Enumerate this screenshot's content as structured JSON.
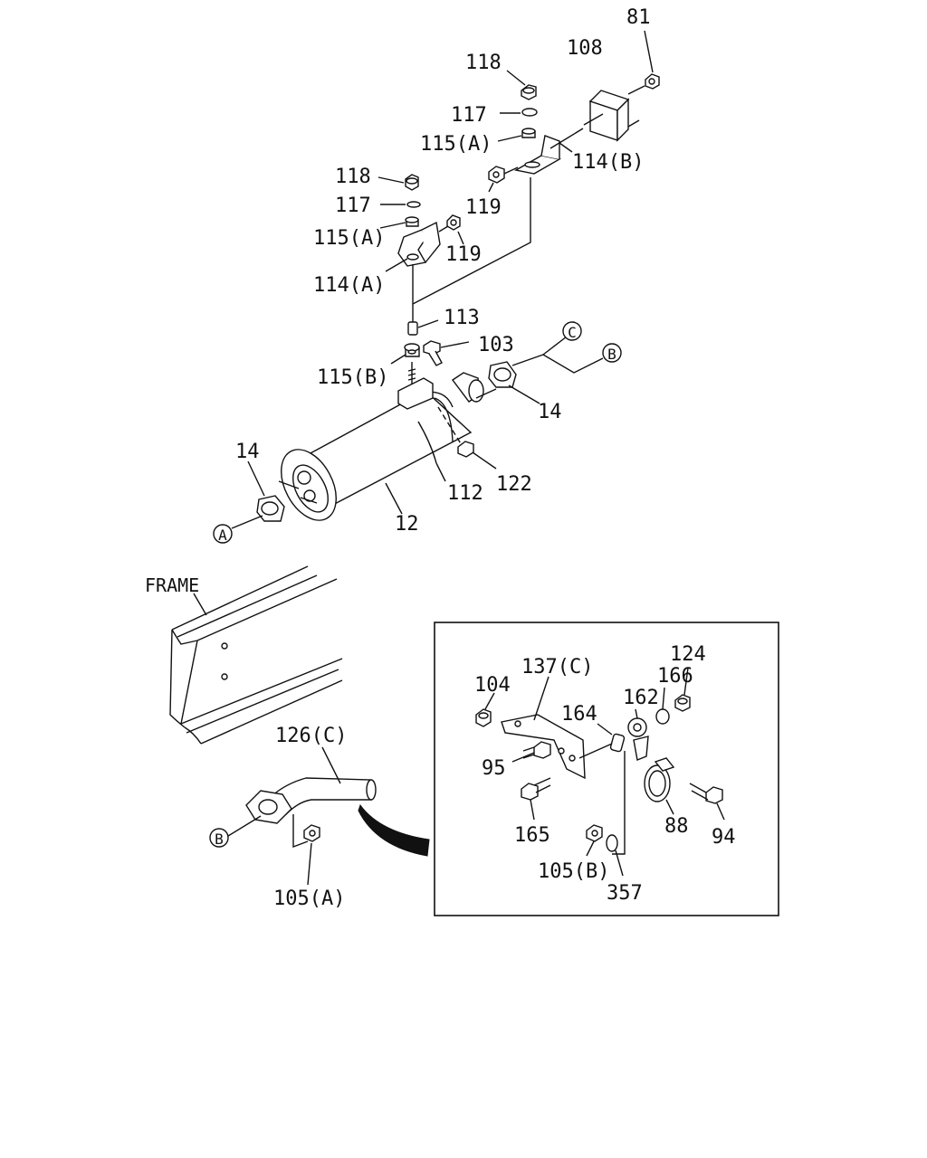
{
  "labels": {
    "p81": "81",
    "p108": "108",
    "p118a": "118",
    "p117a": "117",
    "p115a1": "115(A)",
    "p114b": "114(B)",
    "p119a": "119",
    "p118b": "118",
    "p117b": "117",
    "p115a2": "115(A)",
    "p119b": "119",
    "p114a": "114(A)",
    "p113": "113",
    "p103": "103",
    "p115b": "115(B)",
    "p14a": "14",
    "p14b": "14",
    "p122": "122",
    "p112": "112",
    "p12": "12",
    "frame": "FRAME",
    "p126c": "126(C)",
    "p105a": "105(A)",
    "p104": "104",
    "p137c": "137(C)",
    "p164": "164",
    "p162": "162",
    "p166": "166",
    "p124": "124",
    "p95": "95",
    "p165": "165",
    "p88": "88",
    "p94": "94",
    "p105b": "105(B)",
    "p357": "357"
  },
  "refs": {
    "a1": "A",
    "b1": "B",
    "c1": "C",
    "b2": "B"
  }
}
